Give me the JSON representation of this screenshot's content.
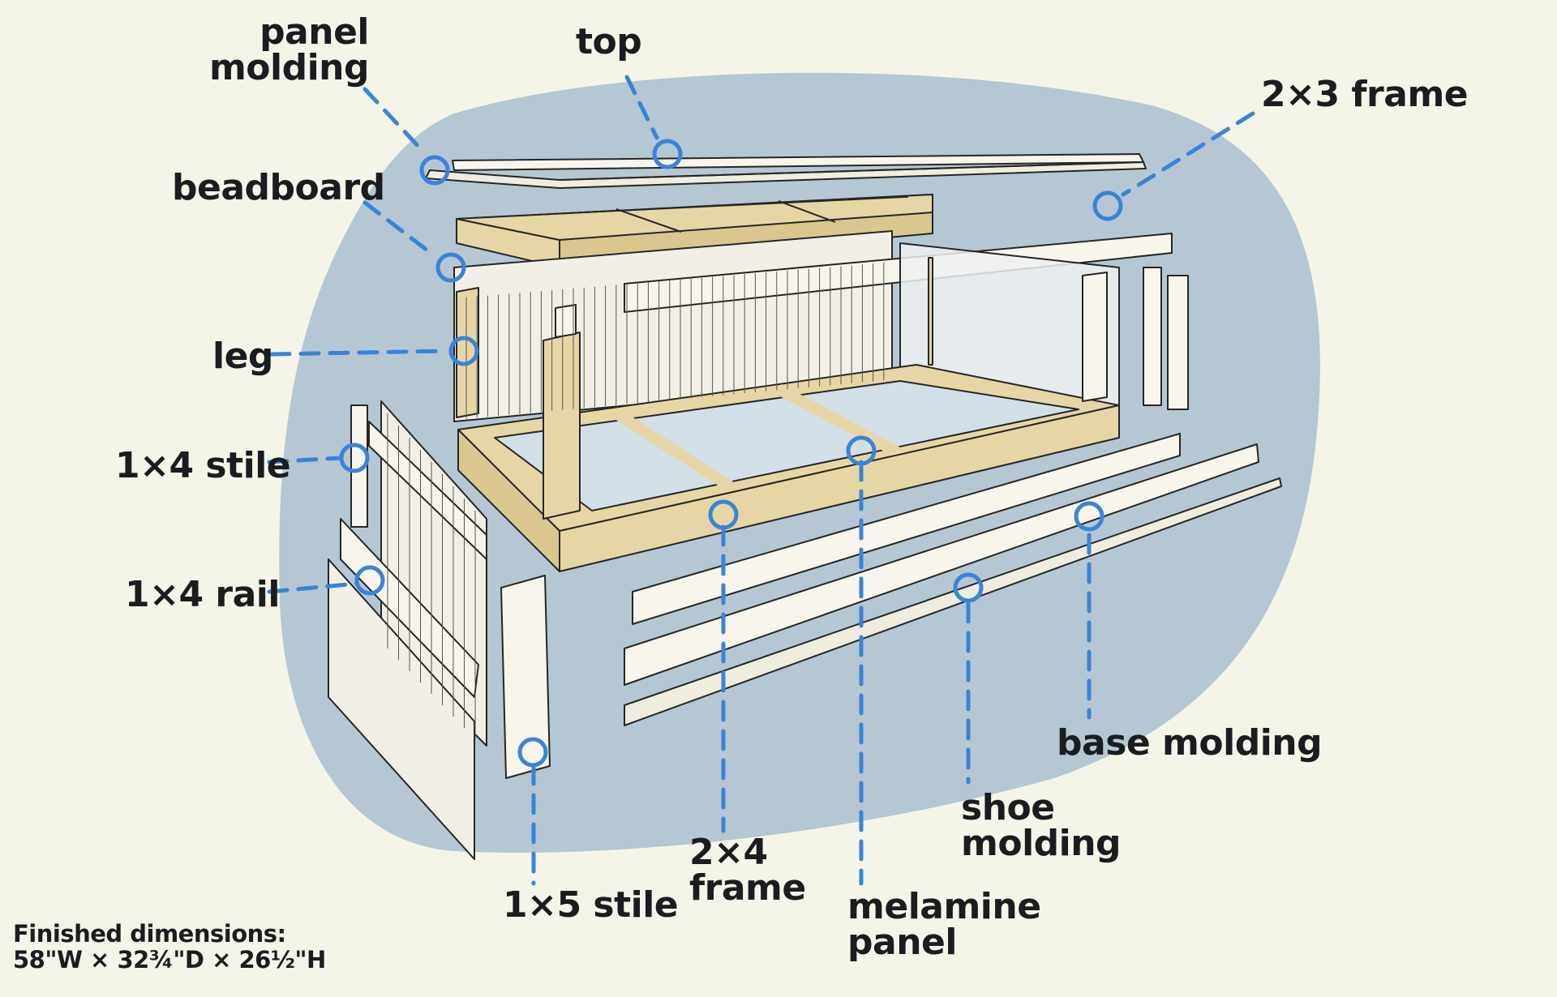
{
  "labels": {
    "panel_molding": "panel\nmolding",
    "top": "top",
    "frame_2x3": "2×3 frame",
    "beadboard": "beadboard",
    "leg": "leg",
    "stile_1x4": "1×4 stile",
    "rail_1x4": "1×4 rail",
    "base_molding": "base molding",
    "shoe_molding": "shoe\nmolding",
    "frame_2x4": "2×4\nframe",
    "melamine_panel": "melamine\npanel",
    "stile_1x5": "1×5 stile"
  },
  "dimensions": {
    "title": "Finished dimensions:",
    "value": "58\"W × 32¾\"D × 26½\"H"
  },
  "colors": {
    "background": "#f5f4e9",
    "blob": "#b4c7d3",
    "wood": "#e6d6a6",
    "white_stock": "#f8f6ec",
    "leader": "#3a84d6",
    "outline": "#262626"
  }
}
